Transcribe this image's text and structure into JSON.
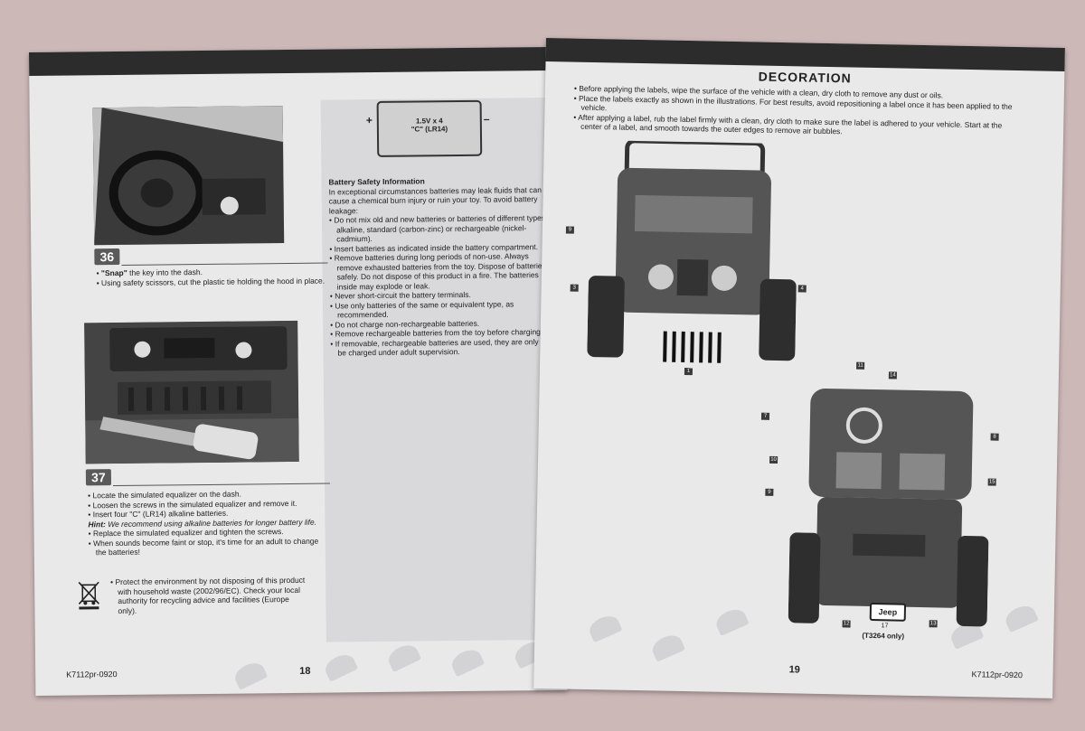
{
  "left_page": {
    "step36": {
      "number": "36",
      "line1_bold": "\"Snap\"",
      "line1_rest": " the key into the dash.",
      "line2": "Using safety scissors, cut the plastic tie holding the hood in place."
    },
    "battery_label": {
      "line1": "1.5V x 4",
      "line2": "\"C\" (LR14)",
      "plus": "+",
      "minus": "–"
    },
    "battery_safety": {
      "title": "Battery Safety Information",
      "intro": "In exceptional circumstances batteries may leak fluids that can cause a chemical burn injury or ruin your toy. To avoid battery leakage:",
      "items": [
        "Do not mix old and new batteries or batteries of different types: alkaline, standard (carbon-zinc) or rechargeable (nickel-cadmium).",
        "Insert batteries as indicated inside the battery compartment.",
        "Remove batteries during long periods of non-use. Always remove exhausted batteries from the toy. Dispose of batteries safely. Do not dispose of this product in a fire. The batteries inside may explode or leak.",
        "Never short-circuit the battery terminals.",
        "Use only batteries of the same or equivalent type, as recommended.",
        "Do not charge non-rechargeable batteries.",
        "Remove rechargeable batteries from the toy before charging.",
        "If removable, rechargeable batteries are used, they are only to be charged under adult supervision."
      ]
    },
    "step37": {
      "number": "37",
      "items": [
        "Locate the simulated equalizer on the dash.",
        "Loosen the screws in the simulated equalizer and remove it.",
        "Insert four \"C\" (LR14) alkaline batteries."
      ],
      "hint_label": "Hint:",
      "hint_text": " We recommend using alkaline batteries for longer battery life.",
      "items2": [
        "Replace the simulated equalizer and tighten the screws.",
        "When sounds become faint or stop, it's time for an adult to change the batteries!"
      ]
    },
    "weee": "Protect the environment by not disposing of this product with household waste (2002/96/EC). Check your local authority for recycling advice and facilities (Europe only).",
    "footer_code": "K7112pr-0920",
    "page_number": "18"
  },
  "right_page": {
    "title": "DECORATION",
    "instructions": [
      "Before applying the labels, wipe the surface of the vehicle with a clean, dry cloth to remove any dust or oils.",
      "Place the labels exactly as shown in the illustrations. For best results, avoid repositioning a label once it has been applied to the vehicle.",
      "After applying a label, rub the label firmly with a clean, dry cloth to make sure the label is adhered to your vehicle. Start at the center of a label, and smooth towards the outer edges to remove air bubbles."
    ],
    "callouts_front": [
      "9",
      "3",
      "4",
      "1"
    ],
    "callouts_rear": [
      "11",
      "14",
      "7",
      "8",
      "10",
      "15",
      "9",
      "12",
      "13"
    ],
    "jeep_badge": "Jeep",
    "badge_number": "17",
    "badge_note": "(T3264 only)",
    "page_number": "19",
    "footer_code": "K7112pr-0920"
  }
}
